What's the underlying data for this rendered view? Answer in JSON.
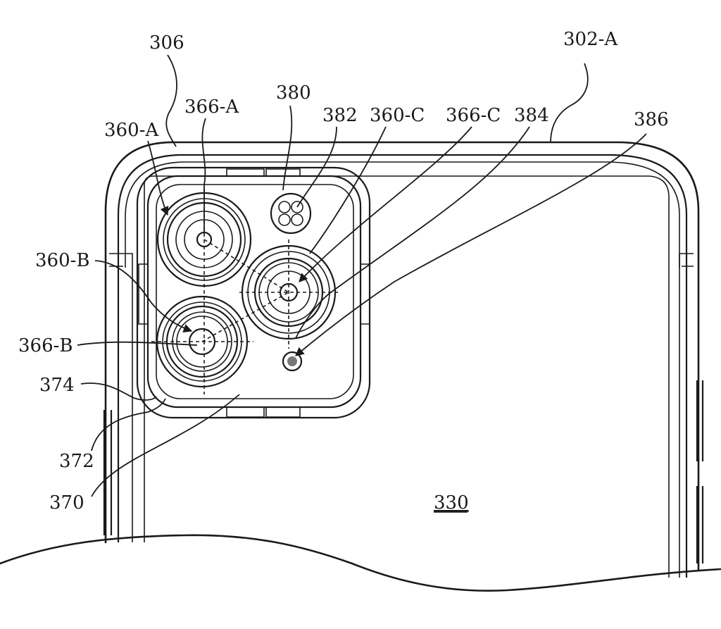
{
  "figure": {
    "labels": {
      "l306": "306",
      "l302a": "302-A",
      "l366a": "366-A",
      "l380": "380",
      "l382": "382",
      "l360c": "360-C",
      "l366c": "366-C",
      "l384": "384",
      "l386": "386",
      "l360a": "360-A",
      "l360b": "360-B",
      "l366b": "366-B",
      "l374": "374",
      "l372": "372",
      "l370": "370",
      "l330": "330"
    }
  }
}
